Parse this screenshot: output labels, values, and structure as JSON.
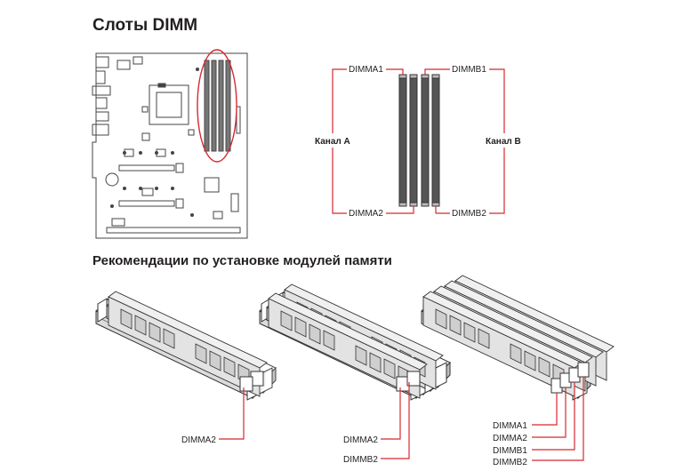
{
  "headings": {
    "dimm_slots": "Слоты DIMM",
    "recommendations": "Рекомендации по установке модулей памяти"
  },
  "slot_diagram": {
    "slot_a1": "DIMMA1",
    "slot_a2": "DIMMA2",
    "slot_b1": "DIMMB1",
    "slot_b2": "DIMMB2",
    "channel_a": "Канал А",
    "channel_b": "Канал В"
  },
  "installations": [
    {
      "labels": [
        "DIMMA2"
      ]
    },
    {
      "labels": [
        "DIMMA2",
        "DIMMB2"
      ]
    },
    {
      "labels": [
        "DIMMA1",
        "DIMMA2",
        "DIMMB1",
        "DIMMB2"
      ]
    }
  ],
  "colors": {
    "accent": "#d7282f",
    "line": "#444444",
    "module": "#e6e6e6",
    "slot_dark": "#555555"
  }
}
